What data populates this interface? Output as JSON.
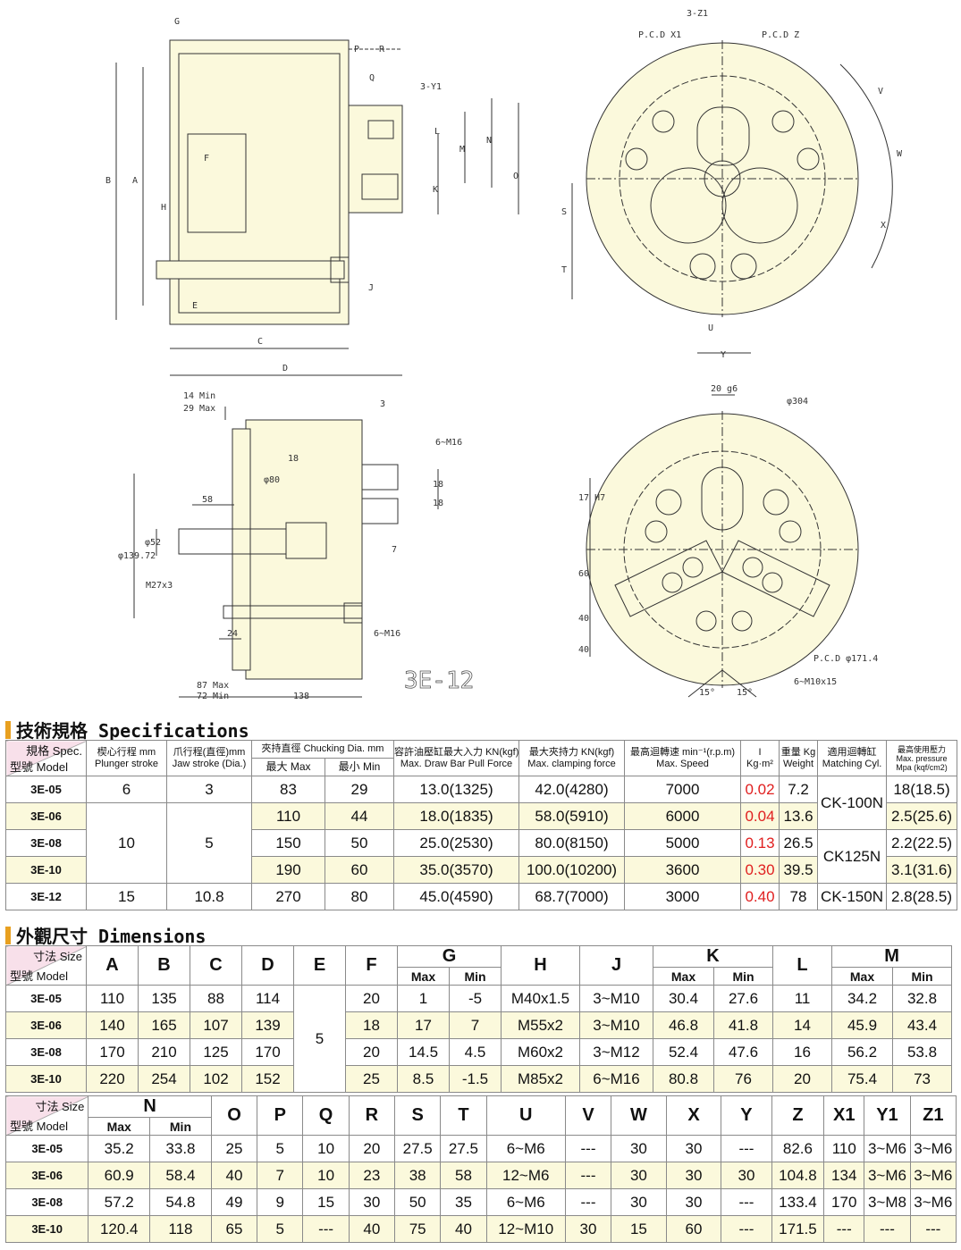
{
  "drawing": {
    "top_left_labels": [
      "G",
      "P",
      "R",
      "Q",
      "3-Y1",
      "F",
      "H",
      "J",
      "E",
      "C",
      "D",
      "L",
      "M",
      "N",
      "K",
      "O",
      "B",
      "A"
    ],
    "top_right_labels": [
      "3-Z1",
      "P.C.D X1",
      "P.C.D Z",
      "V",
      "W",
      "X",
      "S",
      "T",
      "U",
      "Y"
    ],
    "bottom_left_labels": [
      "14 Min",
      "29 Max",
      "3",
      "6~M16",
      "18",
      "18",
      "18",
      "58",
      "7",
      "M27x3",
      "24",
      "6~M16",
      "87 Max",
      "72 Min",
      "138"
    ],
    "bottom_left_dia": [
      "φ80",
      "φ52",
      "φ139.72"
    ],
    "bottom_right_labels": [
      "20 g6",
      "φ304",
      "17 H7",
      "60",
      "40",
      "40",
      "P.C.D φ171.4",
      "6~M10x15",
      "15°",
      "15°"
    ],
    "model_label": "3E-12"
  },
  "spec": {
    "title": "技術規格 Specifications",
    "corner_top": "規格 Spec.",
    "corner_bottom": "型號 Model",
    "headers": {
      "plunger": [
        "楔心行程 mm",
        "Plunger stroke"
      ],
      "jaw": [
        "爪行程(直徑)mm",
        "Jaw stroke (Dia.)"
      ],
      "chucking": "夾持直徑 Chucking Dia. mm",
      "chuck_max": "最大 Max",
      "chuck_min": "最小 Min",
      "drawbar": [
        "容許油壓缸最大入力 KN(kgf)",
        "Max. Draw Bar Pull Force"
      ],
      "clamping": [
        "最大夾持力 KN(kgf)",
        "Max. clamping force"
      ],
      "speed": [
        "最高迴轉速 min⁻¹(r.p.m)",
        "Max. Speed"
      ],
      "inertia": [
        "I",
        "Kg·m²"
      ],
      "weight": [
        "重量 Kg",
        "Weight"
      ],
      "cyl": [
        "適用迴轉缸",
        "Matching Cyl."
      ],
      "pressure": [
        "最高使用壓力",
        "Max. pressure",
        "Mpa (kqf/cm2)"
      ]
    },
    "rows": [
      {
        "model": "3E-05",
        "plunger": "6",
        "jaw": "3",
        "max": "83",
        "min": "29",
        "drawbar": "13.0(1325)",
        "clamp": "42.0(4280)",
        "speed": "7000",
        "inertia": "0.02",
        "weight": "7.2",
        "pressure": "18(18.5)"
      },
      {
        "model": "3E-06",
        "max": "110",
        "min": "44",
        "drawbar": "18.0(1835)",
        "clamp": "58.0(5910)",
        "speed": "6000",
        "inertia": "0.04",
        "weight": "13.6",
        "pressure": "2.5(25.6)"
      },
      {
        "model": "3E-08",
        "max": "150",
        "min": "50",
        "drawbar": "25.0(2530)",
        "clamp": "80.0(8150)",
        "speed": "5000",
        "inertia": "0.13",
        "weight": "26.5",
        "pressure": "2.2(22.5)"
      },
      {
        "model": "3E-10",
        "max": "190",
        "min": "60",
        "drawbar": "35.0(3570)",
        "clamp": "100.0(10200)",
        "speed": "3600",
        "inertia": "0.30",
        "weight": "39.5",
        "pressure": "3.1(31.6)"
      },
      {
        "model": "3E-12",
        "plunger": "15",
        "jaw": "10.8",
        "max": "270",
        "min": "80",
        "drawbar": "45.0(4590)",
        "clamp": "68.7(7000)",
        "speed": "3000",
        "inertia": "0.40",
        "weight": "78",
        "pressure": "2.8(28.5)"
      }
    ],
    "merged": {
      "plunger_mid": "10",
      "jaw_mid": "5",
      "cyl_1": "CK-100N",
      "cyl_2": "CK125N",
      "cyl_3": "CK-150N"
    }
  },
  "dim": {
    "title": "外觀尺寸 Dimensions",
    "corner_top": "寸法 Size",
    "corner_bottom": "型號 Model",
    "max": "Max",
    "min": "Min",
    "headers1": [
      "A",
      "B",
      "C",
      "D",
      "E",
      "F",
      "G",
      "H",
      "J",
      "K",
      "L",
      "M"
    ],
    "rows1": [
      {
        "model": "3E-05",
        "A": "110",
        "B": "135",
        "C": "88",
        "D": "114",
        "F": "20",
        "Gmax": "1",
        "Gmin": "-5",
        "H": "M40x1.5",
        "J": "3~M10",
        "Kmax": "30.4",
        "Kmin": "27.6",
        "L": "11",
        "Mmax": "34.2",
        "Mmin": "32.8"
      },
      {
        "model": "3E-06",
        "A": "140",
        "B": "165",
        "C": "107",
        "D": "139",
        "F": "18",
        "Gmax": "17",
        "Gmin": "7",
        "H": "M55x2",
        "J": "3~M10",
        "Kmax": "46.8",
        "Kmin": "41.8",
        "L": "14",
        "Mmax": "45.9",
        "Mmin": "43.4"
      },
      {
        "model": "3E-08",
        "A": "170",
        "B": "210",
        "C": "125",
        "D": "170",
        "F": "20",
        "Gmax": "14.5",
        "Gmin": "4.5",
        "H": "M60x2",
        "J": "3~M12",
        "Kmax": "52.4",
        "Kmin": "47.6",
        "L": "16",
        "Mmax": "56.2",
        "Mmin": "53.8"
      },
      {
        "model": "3E-10",
        "A": "220",
        "B": "254",
        "C": "102",
        "D": "152",
        "F": "25",
        "Gmax": "8.5",
        "Gmin": "-1.5",
        "H": "M85x2",
        "J": "6~M16",
        "Kmax": "80.8",
        "Kmin": "76",
        "L": "20",
        "Mmax": "75.4",
        "Mmin": "73"
      }
    ],
    "E_merged": "5",
    "headers2": [
      "N",
      "O",
      "P",
      "Q",
      "R",
      "S",
      "T",
      "U",
      "V",
      "W",
      "X",
      "Y",
      "Z",
      "X1",
      "Y1",
      "Z1"
    ],
    "rows2": [
      {
        "model": "3E-05",
        "Nmax": "35.2",
        "Nmin": "33.8",
        "O": "25",
        "P": "5",
        "Q": "10",
        "R": "20",
        "S": "27.5",
        "T": "27.5",
        "U": "6~M6",
        "V": "---",
        "W": "30",
        "X": "30",
        "Y": "---",
        "Z": "82.6",
        "X1": "110",
        "Y1": "3~M6",
        "Z1": "3~M6"
      },
      {
        "model": "3E-06",
        "Nmax": "60.9",
        "Nmin": "58.4",
        "O": "40",
        "P": "7",
        "Q": "10",
        "R": "23",
        "S": "38",
        "T": "58",
        "U": "12~M6",
        "V": "---",
        "W": "30",
        "X": "30",
        "Y": "30",
        "Z": "104.8",
        "X1": "134",
        "Y1": "3~M6",
        "Z1": "3~M6"
      },
      {
        "model": "3E-08",
        "Nmax": "57.2",
        "Nmin": "54.8",
        "O": "49",
        "P": "9",
        "Q": "15",
        "R": "30",
        "S": "50",
        "T": "35",
        "U": "6~M6",
        "V": "---",
        "W": "30",
        "X": "30",
        "Y": "---",
        "Z": "133.4",
        "X1": "170",
        "Y1": "3~M8",
        "Z1": "3~M6"
      },
      {
        "model": "3E-10",
        "Nmax": "120.4",
        "Nmin": "118",
        "O": "65",
        "P": "5",
        "Q": "---",
        "R": "40",
        "S": "75",
        "T": "40",
        "U": "12~M10",
        "V": "30",
        "W": "15",
        "X": "60",
        "Y": "---",
        "Z": "171.5",
        "X1": "---",
        "Y1": "---",
        "Z1": "---"
      }
    ]
  },
  "colors": {
    "drawing_fill": "#fbf9dc",
    "accent": "#e8a020",
    "header_pink": "#f8e0ea",
    "inertia_red": "#e02020"
  }
}
